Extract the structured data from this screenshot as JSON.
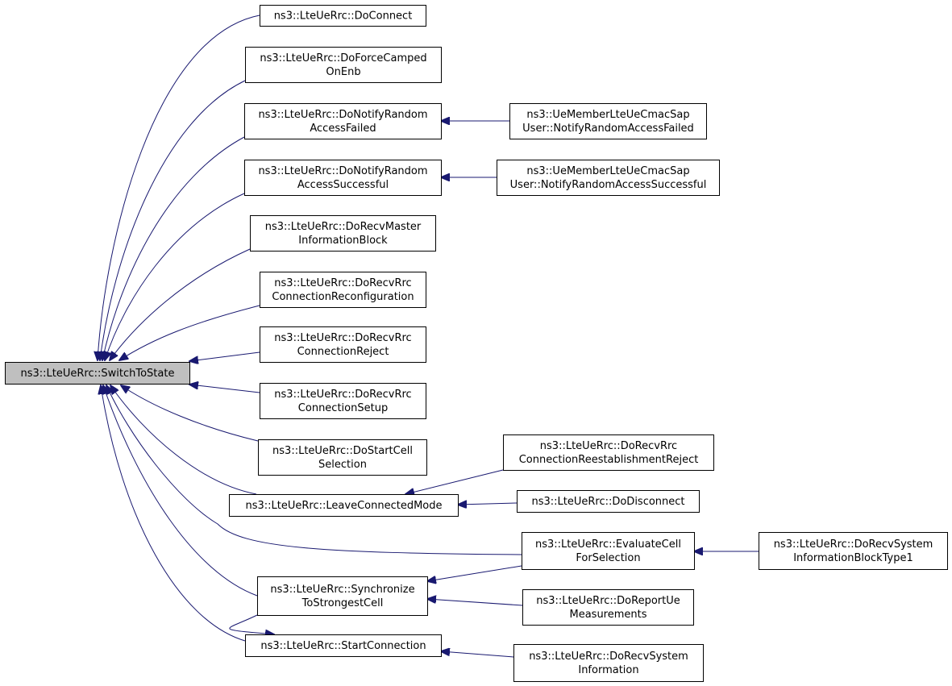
{
  "colors": {
    "edge": "#191970",
    "node_border": "#000000",
    "node_fill": "#ffffff",
    "root_fill": "#bfbfbf"
  },
  "nodes": [
    {
      "id": "switch_to_state",
      "lines": [
        "ns3::LteUeRrc::SwitchToState"
      ],
      "root": true
    },
    {
      "id": "do_connect",
      "lines": [
        "ns3::LteUeRrc::DoConnect"
      ]
    },
    {
      "id": "do_force_camped",
      "lines": [
        "ns3::LteUeRrc::DoForceCamped",
        "OnEnb"
      ]
    },
    {
      "id": "do_notify_ra_failed",
      "lines": [
        "ns3::LteUeRrc::DoNotifyRandom",
        "AccessFailed"
      ]
    },
    {
      "id": "cmac_ra_failed",
      "lines": [
        "ns3::UeMemberLteUeCmacSap",
        "User::NotifyRandomAccessFailed"
      ]
    },
    {
      "id": "do_notify_ra_success",
      "lines": [
        "ns3::LteUeRrc::DoNotifyRandom",
        "AccessSuccessful"
      ]
    },
    {
      "id": "cmac_ra_success",
      "lines": [
        "ns3::UeMemberLteUeCmacSap",
        "User::NotifyRandomAccessSuccessful"
      ]
    },
    {
      "id": "do_recv_mib",
      "lines": [
        "ns3::LteUeRrc::DoRecvMaster",
        "InformationBlock"
      ]
    },
    {
      "id": "do_recv_reconfig",
      "lines": [
        "ns3::LteUeRrc::DoRecvRrc",
        "ConnectionReconfiguration"
      ]
    },
    {
      "id": "do_recv_reject",
      "lines": [
        "ns3::LteUeRrc::DoRecvRrc",
        "ConnectionReject"
      ]
    },
    {
      "id": "do_recv_setup",
      "lines": [
        "ns3::LteUeRrc::DoRecvRrc",
        "ConnectionSetup"
      ]
    },
    {
      "id": "do_start_cell_sel",
      "lines": [
        "ns3::LteUeRrc::DoStartCell",
        "Selection"
      ]
    },
    {
      "id": "do_recv_reest_reject",
      "lines": [
        "ns3::LteUeRrc::DoRecvRrc",
        "ConnectionReestablishmentReject"
      ]
    },
    {
      "id": "leave_connected",
      "lines": [
        "ns3::LteUeRrc::LeaveConnectedMode"
      ]
    },
    {
      "id": "do_disconnect",
      "lines": [
        "ns3::LteUeRrc::DoDisconnect"
      ]
    },
    {
      "id": "evaluate_cell",
      "lines": [
        "ns3::LteUeRrc::EvaluateCell",
        "ForSelection"
      ]
    },
    {
      "id": "do_recv_sib1",
      "lines": [
        "ns3::LteUeRrc::DoRecvSystem",
        "InformationBlockType1"
      ]
    },
    {
      "id": "synchronize",
      "lines": [
        "ns3::LteUeRrc::Synchronize",
        "ToStrongestCell"
      ]
    },
    {
      "id": "do_report_ue",
      "lines": [
        "ns3::LteUeRrc::DoReportUe",
        "Measurements"
      ]
    },
    {
      "id": "start_connection",
      "lines": [
        "ns3::LteUeRrc::StartConnection"
      ]
    },
    {
      "id": "do_recv_si",
      "lines": [
        "ns3::LteUeRrc::DoRecvSystem",
        "Information"
      ]
    }
  ],
  "edges": [
    {
      "from": "do_connect",
      "to": "switch_to_state"
    },
    {
      "from": "do_force_camped",
      "to": "switch_to_state"
    },
    {
      "from": "do_notify_ra_failed",
      "to": "switch_to_state"
    },
    {
      "from": "do_notify_ra_success",
      "to": "switch_to_state"
    },
    {
      "from": "do_recv_mib",
      "to": "switch_to_state"
    },
    {
      "from": "do_recv_reconfig",
      "to": "switch_to_state"
    },
    {
      "from": "do_recv_reject",
      "to": "switch_to_state"
    },
    {
      "from": "do_recv_setup",
      "to": "switch_to_state"
    },
    {
      "from": "do_start_cell_sel",
      "to": "switch_to_state"
    },
    {
      "from": "leave_connected",
      "to": "switch_to_state"
    },
    {
      "from": "evaluate_cell",
      "to": "switch_to_state"
    },
    {
      "from": "synchronize",
      "to": "switch_to_state"
    },
    {
      "from": "start_connection",
      "to": "switch_to_state"
    },
    {
      "from": "cmac_ra_failed",
      "to": "do_notify_ra_failed"
    },
    {
      "from": "cmac_ra_success",
      "to": "do_notify_ra_success"
    },
    {
      "from": "do_recv_reest_reject",
      "to": "leave_connected"
    },
    {
      "from": "do_disconnect",
      "to": "leave_connected"
    },
    {
      "from": "do_recv_sib1",
      "to": "evaluate_cell"
    },
    {
      "from": "evaluate_cell",
      "to": "synchronize"
    },
    {
      "from": "do_report_ue",
      "to": "synchronize"
    },
    {
      "from": "synchronize",
      "to": "start_connection"
    },
    {
      "from": "do_recv_si",
      "to": "start_connection"
    }
  ]
}
